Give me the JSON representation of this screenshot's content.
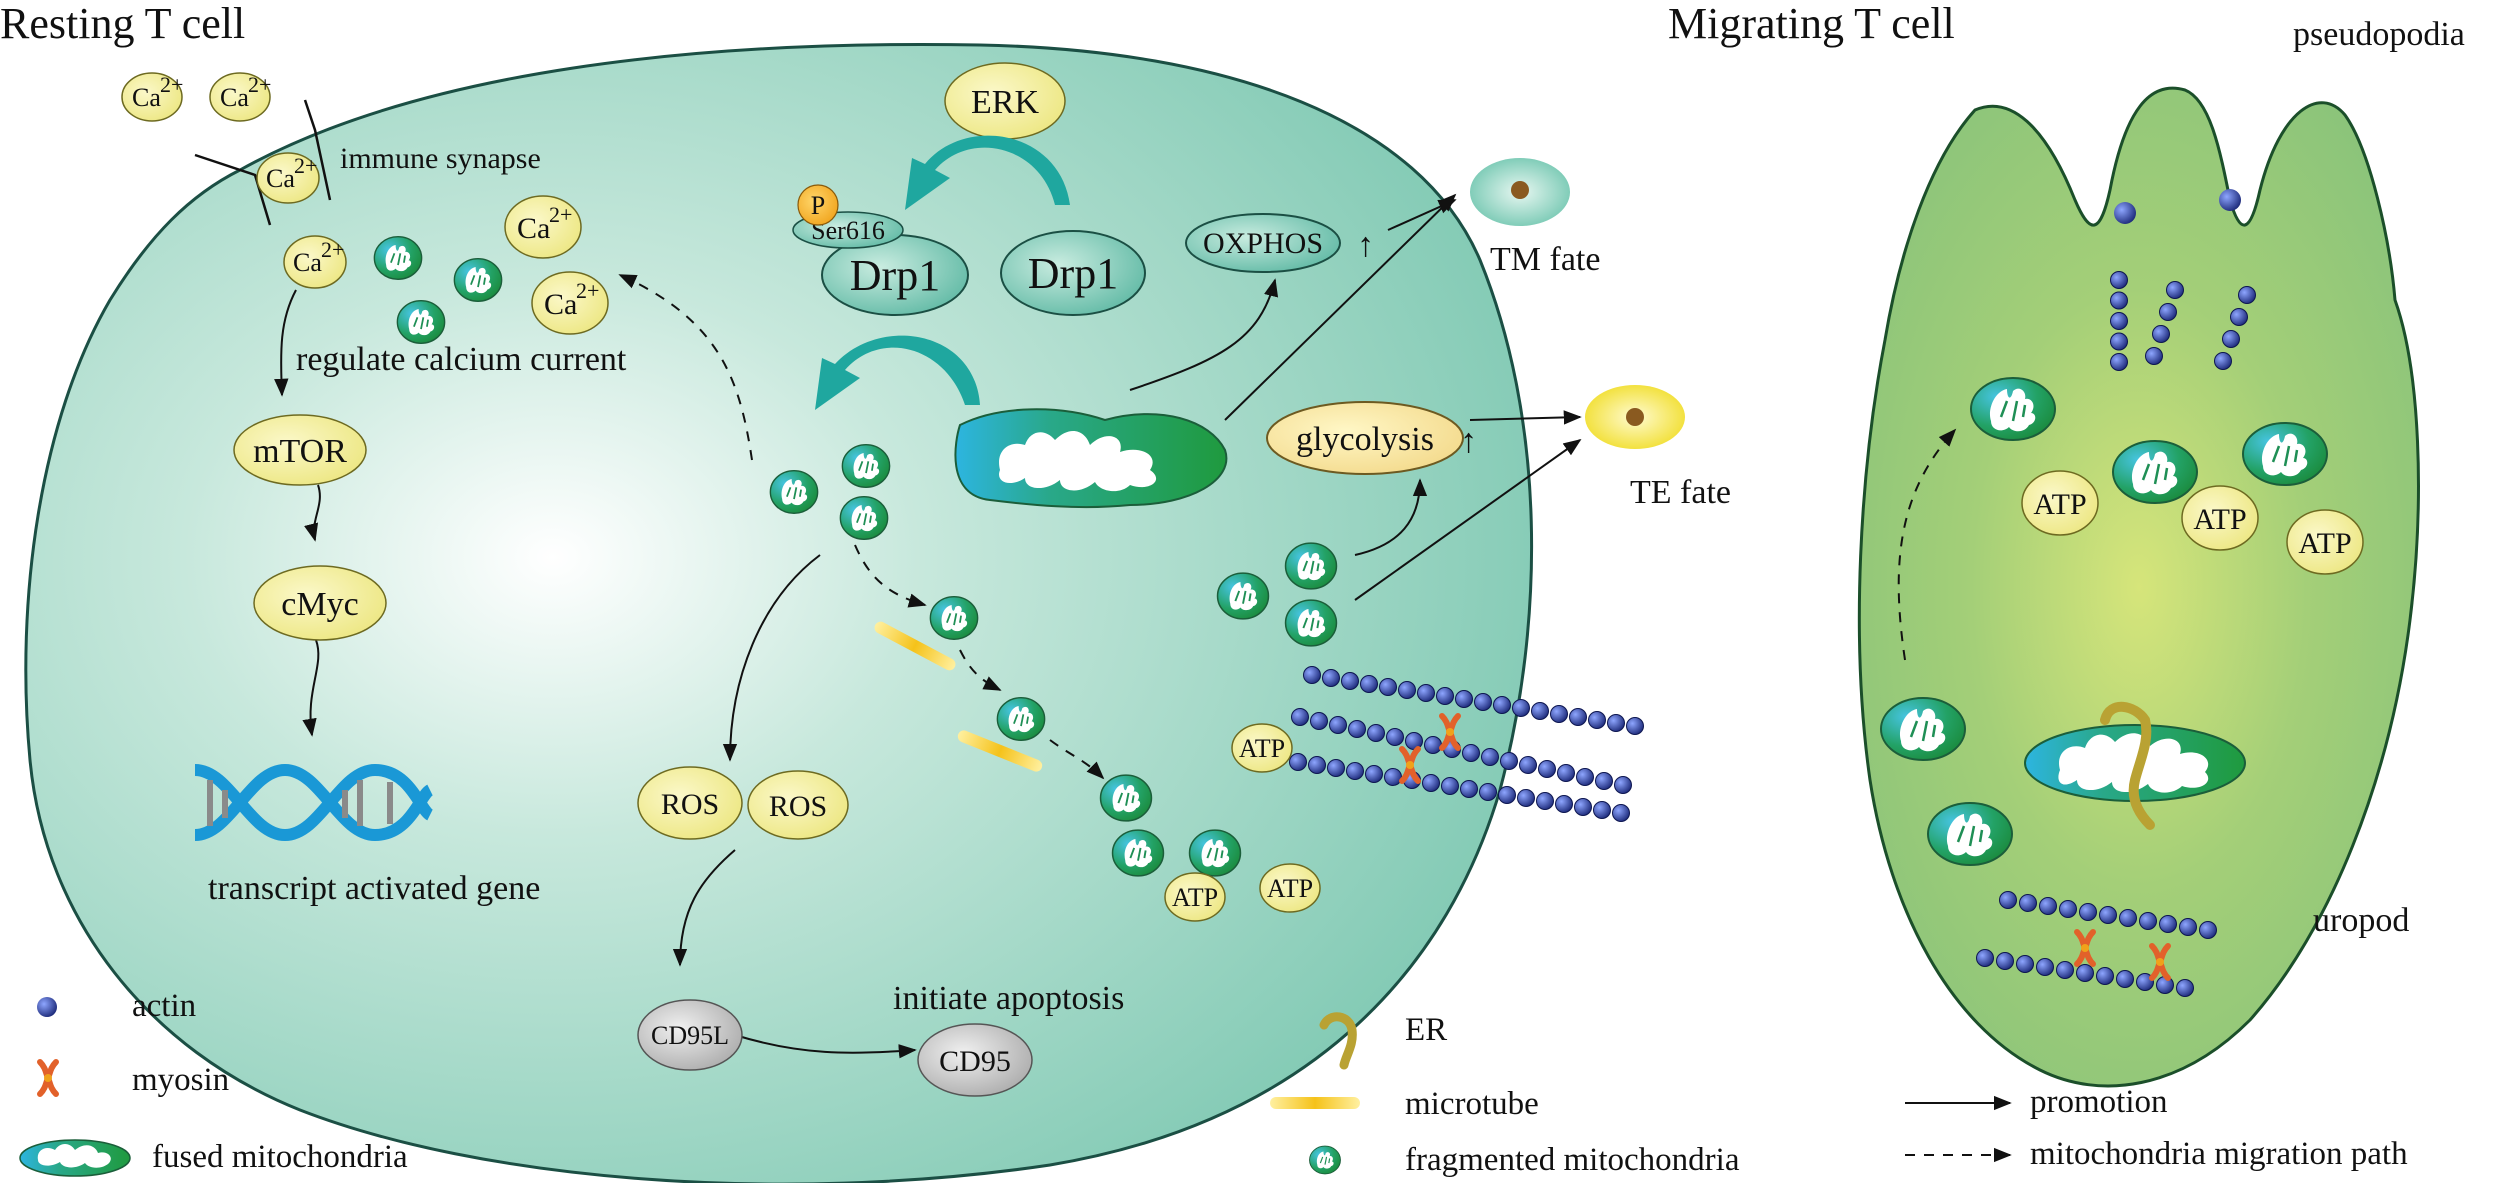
{
  "titles": {
    "resting": "Resting T cell",
    "migrating": "Migrating T cell"
  },
  "labels": {
    "pseudopodia": "pseudopodia",
    "uropod": "uropod",
    "immune_synapse": "immune synapse",
    "regulate_calcium": "regulate calcium current",
    "transcript_gene": "transcript activated gene",
    "initiate_apoptosis": "initiate apoptosis",
    "tm_fate": "TM fate",
    "te_fate": "TE fate"
  },
  "nodes": {
    "erk": "ERK",
    "drp1_p": "Drp1",
    "drp1": "Drp1",
    "p": "P",
    "ser616": "Ser616",
    "oxphos": "OXPHOS",
    "glycolysis": "glycolysis",
    "mtor": "mTOR",
    "cmyc": "cMyc",
    "ros": "ROS",
    "cd95l": "CD95L",
    "cd95": "CD95",
    "atp": "ATP",
    "ca": "Ca",
    "ca_charge": "2+",
    "up_arrow": "↑"
  },
  "legend": {
    "actin": "actin",
    "myosin": "myosin",
    "fused_mito": "fused mitochondria",
    "er": "ER",
    "microtube": "microtube",
    "fragmented_mito": "fragmented mitochondria",
    "promotion": "promotion",
    "migration_path": "mitochondria migration path"
  },
  "colors": {
    "cell_fill": "#8fd0bb",
    "migrating_fill": "#8ec57a",
    "ca_fill": "#f4ef9e",
    "teal_arrow": "#1fa79f",
    "mito_dark": "#1f9a4a",
    "mito_light": "#2bb6d6",
    "actin": "#2f3f9a",
    "myosin": "#e2612a",
    "er": "#b9a233",
    "microtube": "#f5c21a",
    "grey_node": "#c9c9c9",
    "fate_tm": "#78c7b1",
    "fate_te": "#f3e33a"
  }
}
